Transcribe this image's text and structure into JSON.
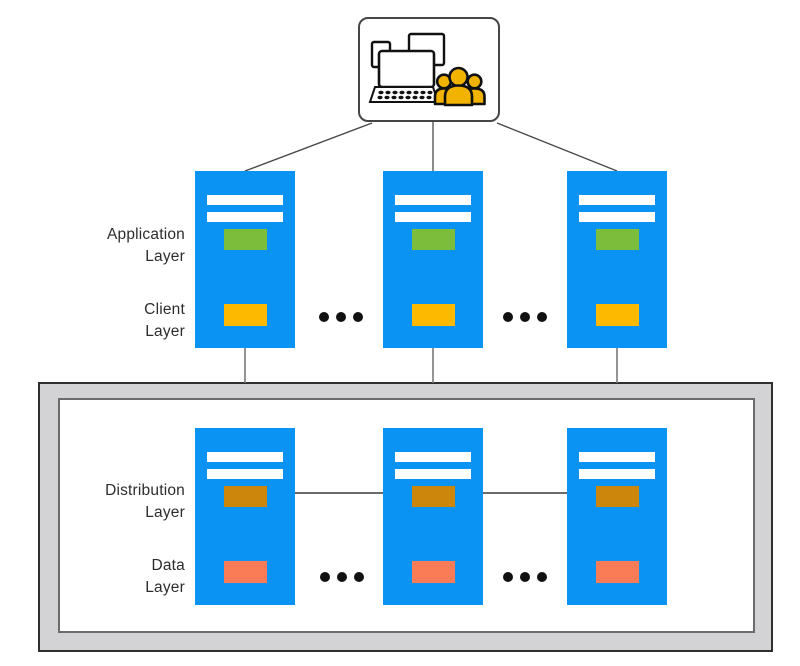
{
  "layers": {
    "application": {
      "line1": "Application",
      "line2": "Layer"
    },
    "client": {
      "line1": "Client",
      "line2": "Layer"
    },
    "distribution": {
      "line1": "Distribution",
      "line2": "Layer"
    },
    "data": {
      "line1": "Data",
      "line2": "Layer"
    }
  },
  "icons": {
    "client": "workstation-with-users-icon"
  },
  "structure": {
    "top_row_nodes": 3,
    "bottom_row_nodes": 3,
    "ellipsis_groups": 4
  },
  "colors": {
    "node_blue": "#0A93F2",
    "module_green": "#7CBD3C",
    "module_yellow": "#FCB900",
    "module_orange": "#CD860C",
    "module_salmon": "#FA7C57",
    "frame_gray": "#D3D3D5",
    "line_dark": "#4A4A4A",
    "user_gold": "#F1B300",
    "text_dark": "#2D2D2D"
  }
}
